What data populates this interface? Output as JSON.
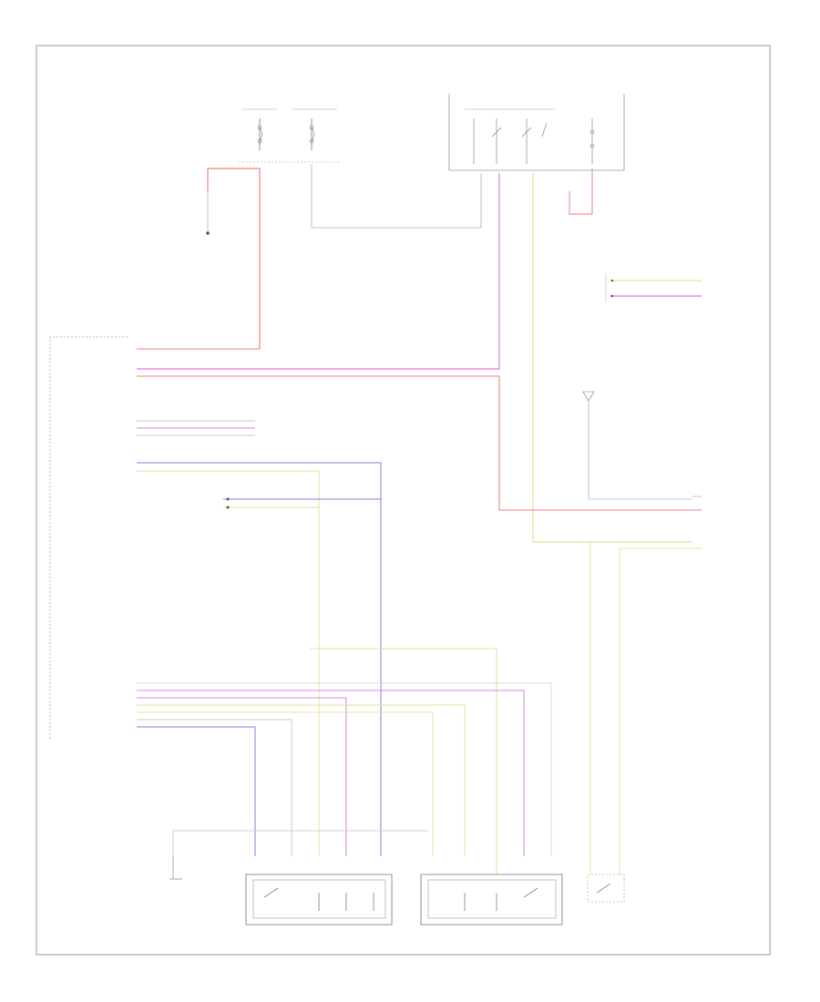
{
  "diagram": {
    "frame_text": "",
    "footer_code": "",
    "components": [
      {
        "id": "fuse-top-left",
        "label": ""
      },
      {
        "id": "fuse-top-mid",
        "label": ""
      },
      {
        "id": "junction-box-top-right",
        "label": ""
      },
      {
        "id": "ground-left",
        "label": ""
      },
      {
        "id": "left-module",
        "label": ""
      },
      {
        "id": "right-connector-1",
        "label": ""
      },
      {
        "id": "right-connector-2",
        "label": ""
      },
      {
        "id": "bottom-left-switch",
        "label": ""
      },
      {
        "id": "bottom-center-switch",
        "label": ""
      },
      {
        "id": "bottom-right-switch",
        "label": ""
      },
      {
        "id": "bottom-far-right-switch",
        "label": ""
      }
    ],
    "wire_colors": {
      "red": "#f08080",
      "pink": "#e080e0",
      "magenta": "#d060d0",
      "yellow": "#e8e0a0",
      "blue": "#8080e0",
      "gray": "#c8c8c8",
      "dark": "#555555"
    }
  }
}
